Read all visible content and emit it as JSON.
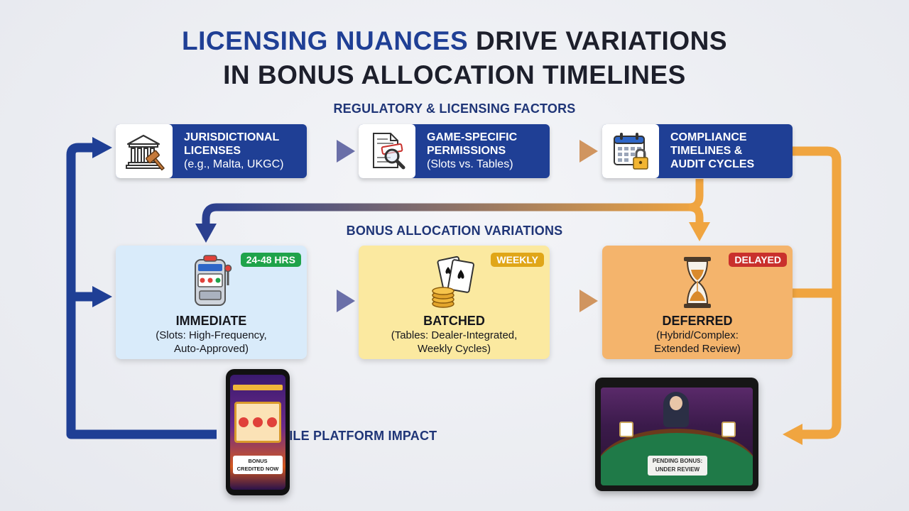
{
  "title": {
    "line1_highlight": "LICENSING NUANCES",
    "line1_rest": " DRIVE VARIATIONS",
    "line2": "IN BONUS ALLOCATION TIMELINES"
  },
  "sections": {
    "factors": "REGULATORY & LICENSING FACTORS",
    "variations": "BONUS ALLOCATION VARIATIONS",
    "mobile": "MOBILE PLATFORM IMPACT"
  },
  "factors": [
    {
      "title_l1": "JURISDICTIONAL",
      "title_l2": "LICENSES",
      "note": "(e.g., Malta, UKGC)",
      "icon": "courthouse-gavel-icon"
    },
    {
      "title_l1": "GAME-SPECIFIC",
      "title_l2": "PERMISSIONS",
      "note": "(Slots vs. Tables)",
      "icon": "document-magnifier-icon"
    },
    {
      "title_l1": "COMPLIANCE",
      "title_l2": "TIMELINES &",
      "title_l3": "AUDIT CYCLES",
      "icon": "calendar-lock-icon"
    }
  ],
  "variations": [
    {
      "badge": "24-48 HRS",
      "title": "IMMEDIATE",
      "desc_l1": "(Slots: High-Frequency,",
      "desc_l2": "Auto-Approved)",
      "icon": "slot-machine-icon"
    },
    {
      "badge": "WEEKLY",
      "title": "BATCHED",
      "desc_l1": "(Tables: Dealer-Integrated,",
      "desc_l2": "Weekly Cycles)",
      "icon": "cards-chips-icon"
    },
    {
      "badge": "DELAYED",
      "title": "DEFERRED",
      "desc_l1": "(Hybrid/Complex:",
      "desc_l2": "Extended Review)",
      "icon": "hourglass-icon"
    }
  ],
  "devices": {
    "phone_banner_l1": "BONUS",
    "phone_banner_l2": "CREDITED NOW",
    "tablet_banner_l1": "PENDING BONUS:",
    "tablet_banner_l2": "UNDER REVIEW"
  },
  "colors": {
    "navy": "#1f3f95",
    "orange": "#f0a540",
    "immediate_bg": "#d9ebfa",
    "batched_bg": "#fbe9a0",
    "deferred_bg": "#f4b46c",
    "badge_green": "#1fa34a",
    "badge_yellow": "#e0a618",
    "badge_red": "#c9302c"
  }
}
